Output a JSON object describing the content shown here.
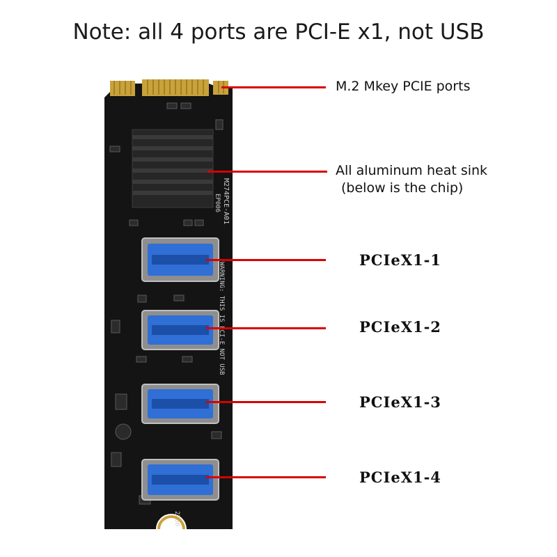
{
  "title": "Note: all 4 ports are PCI-E x1, not USB",
  "callouts": {
    "m2_port": "M.2 Mkey PCIE ports",
    "heatsink_line1": "All aluminum heat sink",
    "heatsink_line2": "(below is the chip)",
    "port1": "PCIeX1-1",
    "port2": "PCIeX1-2",
    "port3": "PCIeX1-3",
    "port4": "PCIeX1-4"
  },
  "silkscreen": {
    "model": "M274PCE-A01",
    "revision": "EP006",
    "warning": "WARNING: THIS IS PCI-E NOT USB",
    "size": "2280"
  },
  "colors": {
    "board": "#121212",
    "heatsink": "#2a2a2a",
    "port_blue": "#2f6fd6",
    "gold": "#c9a23a",
    "leader_red": "#d80000"
  }
}
